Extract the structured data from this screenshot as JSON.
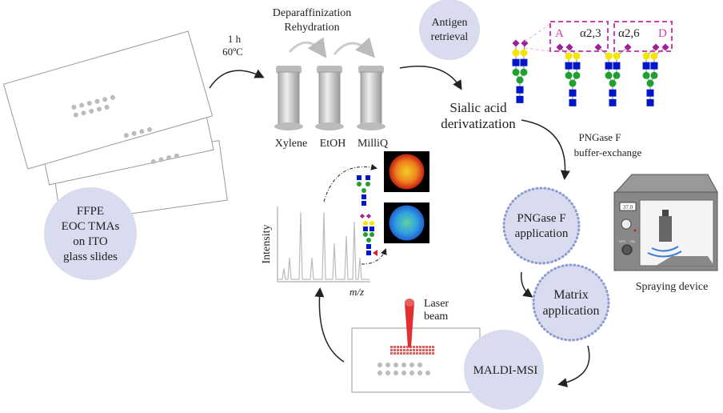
{
  "slides_circle": {
    "lines": [
      "FFPE",
      "EOC TMAs",
      "on ITO",
      "glass slides"
    ]
  },
  "incubation": {
    "time": "1 h",
    "temperature": "60ºC"
  },
  "deparaffinization": {
    "line1": "Deparaffinization",
    "line2": "Rehydration"
  },
  "jars": [
    "Xylene",
    "EtOH",
    "MilliQ"
  ],
  "antigen": {
    "line1": "Antigen",
    "line2": "retrieval"
  },
  "sialic": {
    "line1": "Sialic acid",
    "line2": "derivatization"
  },
  "glycan_labels": {
    "left_letter": "A",
    "left_linkage": "α2,3",
    "right_linkage": "α2,6",
    "right_letter": "D"
  },
  "pngase_buffer": {
    "line1": "PNGase F",
    "line2": "buffer-exchange"
  },
  "sprayer": {
    "label": "Spraying device",
    "display": "37.0",
    "off": "OFF",
    "on": "ON"
  },
  "pngase_app": {
    "line1": "PNGase F",
    "line2": "application"
  },
  "matrix_app": {
    "line1": "Matrix",
    "line2": "application"
  },
  "maldi": {
    "label": "MALDI-MSI"
  },
  "laser": {
    "line1": "Laser",
    "line2": "beam"
  },
  "spectrum": {
    "ylabel": "Intensity",
    "xlabel": "m/z"
  },
  "colors": {
    "circle_fill": "#d9dcef",
    "circle_border": "#8e9bd0",
    "sialic_acid": "#a0209a",
    "galactose": "#f5e500",
    "glcnac": "#0016c8",
    "mannose": "#20a030",
    "fucose": "#d0202a",
    "box_dash": "#d040b0",
    "laser": "#e03030"
  }
}
